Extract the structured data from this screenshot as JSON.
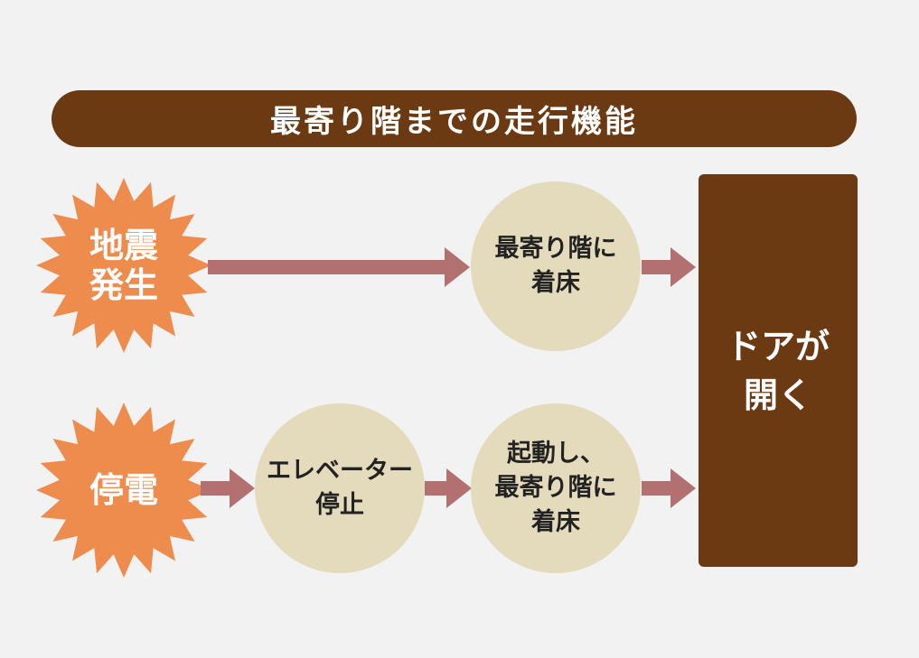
{
  "title": "最寄り階までの走行機能",
  "triggers": {
    "earthquake": "地震\n発生",
    "power_outage": "停電"
  },
  "steps": {
    "stop_at_nearest_floor_1": "最寄り階に\n着床",
    "elevator_stop": "エレベーター\n停止",
    "restart_and_stop": "起動し、\n最寄り階に\n着床"
  },
  "result": "ドアが\n開く",
  "colors": {
    "title_bg": "#6b3a12",
    "starburst": "#ee8c4e",
    "circle": "#e4dabc",
    "arrow": "#b37070",
    "result_bg": "#6b3a12",
    "background": "#f3f2f2"
  }
}
